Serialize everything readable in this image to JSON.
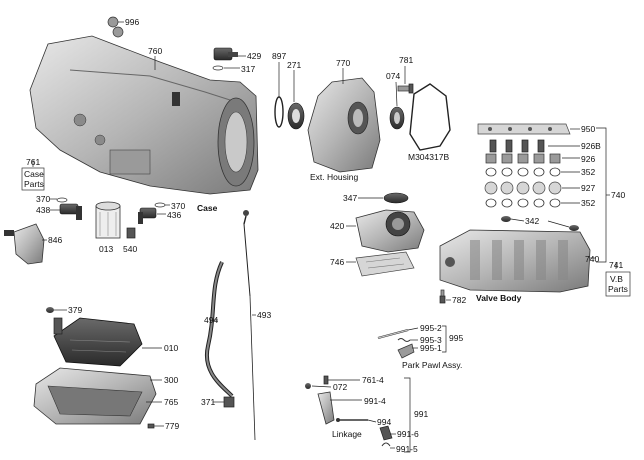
{
  "callouts": {
    "c996": "996",
    "c760": "760",
    "c429": "429",
    "c317": "317",
    "c897": "897",
    "c271": "271",
    "c770": "770",
    "c781": "781",
    "c074": "074",
    "cM304317B": "M304317B",
    "c761": "761",
    "c370a": "370",
    "c438": "438",
    "c436": "436",
    "c370b": "370",
    "c846": "846",
    "c013": "013",
    "c540": "540",
    "c950": "950",
    "c926B": "926B",
    "c926": "926",
    "c352a": "352",
    "c927": "927",
    "c352b": "352",
    "c740a": "740",
    "c740b": "740",
    "c347": "347",
    "c420": "420",
    "c342": "342",
    "c746": "746",
    "c741": "741",
    "c782": "782",
    "c379": "379",
    "c010": "010",
    "c494": "494",
    "c493": "493",
    "c995_2": "995-2",
    "c995_3": "995-3",
    "c995_1": "995-1",
    "c995": "995",
    "c300": "300",
    "c765": "765",
    "c779": "779",
    "c371": "371",
    "c761_4": "761-4",
    "c072": "072",
    "c991_4": "991-4",
    "c994": "994",
    "c991": "991",
    "c991_6": "991-6",
    "c991_5": "991-5"
  },
  "captions": {
    "case": "Case",
    "ext_housing": "Ext. Housing",
    "valve_body": "Valve Body",
    "park_pawl": "Park Pawl Assy.",
    "linkage": "Linkage"
  },
  "boxed_labels": {
    "case_parts_line1": "Case",
    "case_parts_line2": "Parts",
    "vb_parts_line1": "V.B",
    "vb_parts_line2": "Parts"
  }
}
